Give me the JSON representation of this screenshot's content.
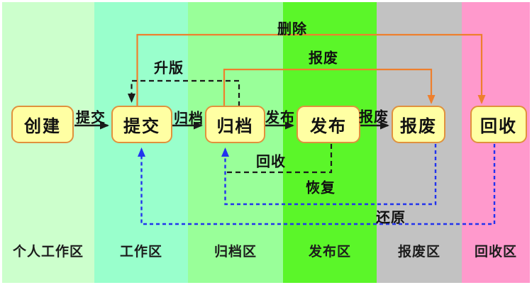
{
  "diagram_type": "document-lifecycle-state-flow",
  "zones": [
    {
      "name": "个人工作区",
      "color": "#CCFFCC"
    },
    {
      "name": "工作区",
      "color": "#99FFCC"
    },
    {
      "name": "归档区",
      "color": "#99FF99"
    },
    {
      "name": "发布区",
      "color": "#5BF629"
    },
    {
      "name": "报废区",
      "color": "#C2C2C2"
    },
    {
      "name": "回收区",
      "color": "#FF99CC"
    }
  ],
  "states": [
    {
      "label": "创建"
    },
    {
      "label": "提交"
    },
    {
      "label": "归档"
    },
    {
      "label": "发布"
    },
    {
      "label": "报废"
    },
    {
      "label": "回收"
    }
  ],
  "transitions": [
    {
      "label": "提交",
      "from": "创建",
      "to": "提交",
      "style": "solid-black"
    },
    {
      "label": "归档",
      "from": "提交",
      "to": "归档",
      "style": "solid-black"
    },
    {
      "label": "发布",
      "from": "归档",
      "to": "发布",
      "style": "solid-black"
    },
    {
      "label": "报废",
      "from": "发布",
      "to": "报废",
      "style": "solid-black"
    },
    {
      "label": "删除",
      "from": "提交",
      "to": "回收",
      "style": "solid-orange"
    },
    {
      "label": "报废",
      "from": "归档",
      "to": "报废",
      "style": "solid-orange"
    },
    {
      "label": "升版",
      "from": "归档",
      "to": "提交",
      "style": "dashed-black"
    },
    {
      "label": "回收",
      "from": "发布",
      "to": "归档",
      "style": "dashed-black"
    },
    {
      "label": "恢复",
      "from": "报废",
      "to": "归档",
      "style": "dashed-blue"
    },
    {
      "label": "还原",
      "from": "回收",
      "to": "提交",
      "style": "dashed-blue"
    }
  ],
  "colors": {
    "box_fill": "#FFFFA3",
    "box_border": "#E0913D",
    "line_black": "#1A1A1A",
    "line_orange": "#EE7F2D",
    "line_blue": "#2233EE",
    "background": "#FFFFFF"
  }
}
